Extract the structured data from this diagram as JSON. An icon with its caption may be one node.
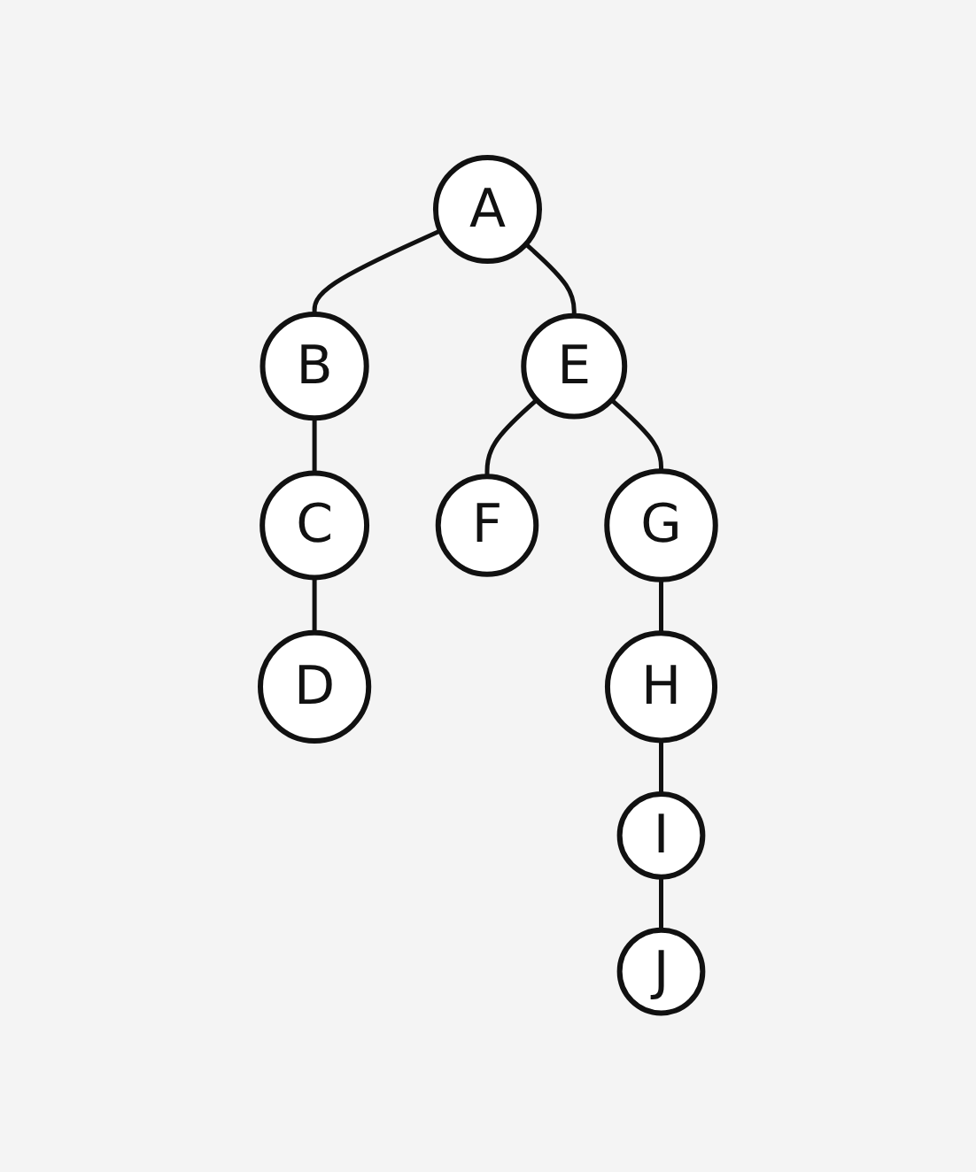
{
  "diagram": {
    "nodes": [
      {
        "text": [
          "A"
        ]
      },
      {
        "text": [
          "B"
        ]
      },
      {
        "text": [
          "E"
        ]
      },
      {
        "text": [
          "C"
        ]
      },
      {
        "text": [
          "F"
        ]
      },
      {
        "text": [
          "G"
        ]
      },
      {
        "text": [
          "D"
        ]
      },
      {
        "text": [
          "H"
        ]
      },
      {
        "text": [
          "I"
        ]
      },
      {
        "text": [
          "J"
        ]
      }
    ],
    "edges": [
      {
        "from": 0,
        "to": 1,
        "arrow": "none"
      },
      {
        "from": 0,
        "to": 2,
        "arrow": "none"
      },
      {
        "from": 1,
        "to": 3,
        "arrow": "none"
      },
      {
        "from": 3,
        "to": 6,
        "arrow": "none"
      },
      {
        "from": 2,
        "to": 4,
        "arrow": "none"
      },
      {
        "from": 2,
        "to": 5,
        "arrow": "none"
      },
      {
        "from": 5,
        "to": 7,
        "arrow": "none"
      },
      {
        "from": 7,
        "to": 8,
        "arrow": "none"
      },
      {
        "from": 8,
        "to": 9,
        "arrow": "none"
      }
    ]
  }
}
